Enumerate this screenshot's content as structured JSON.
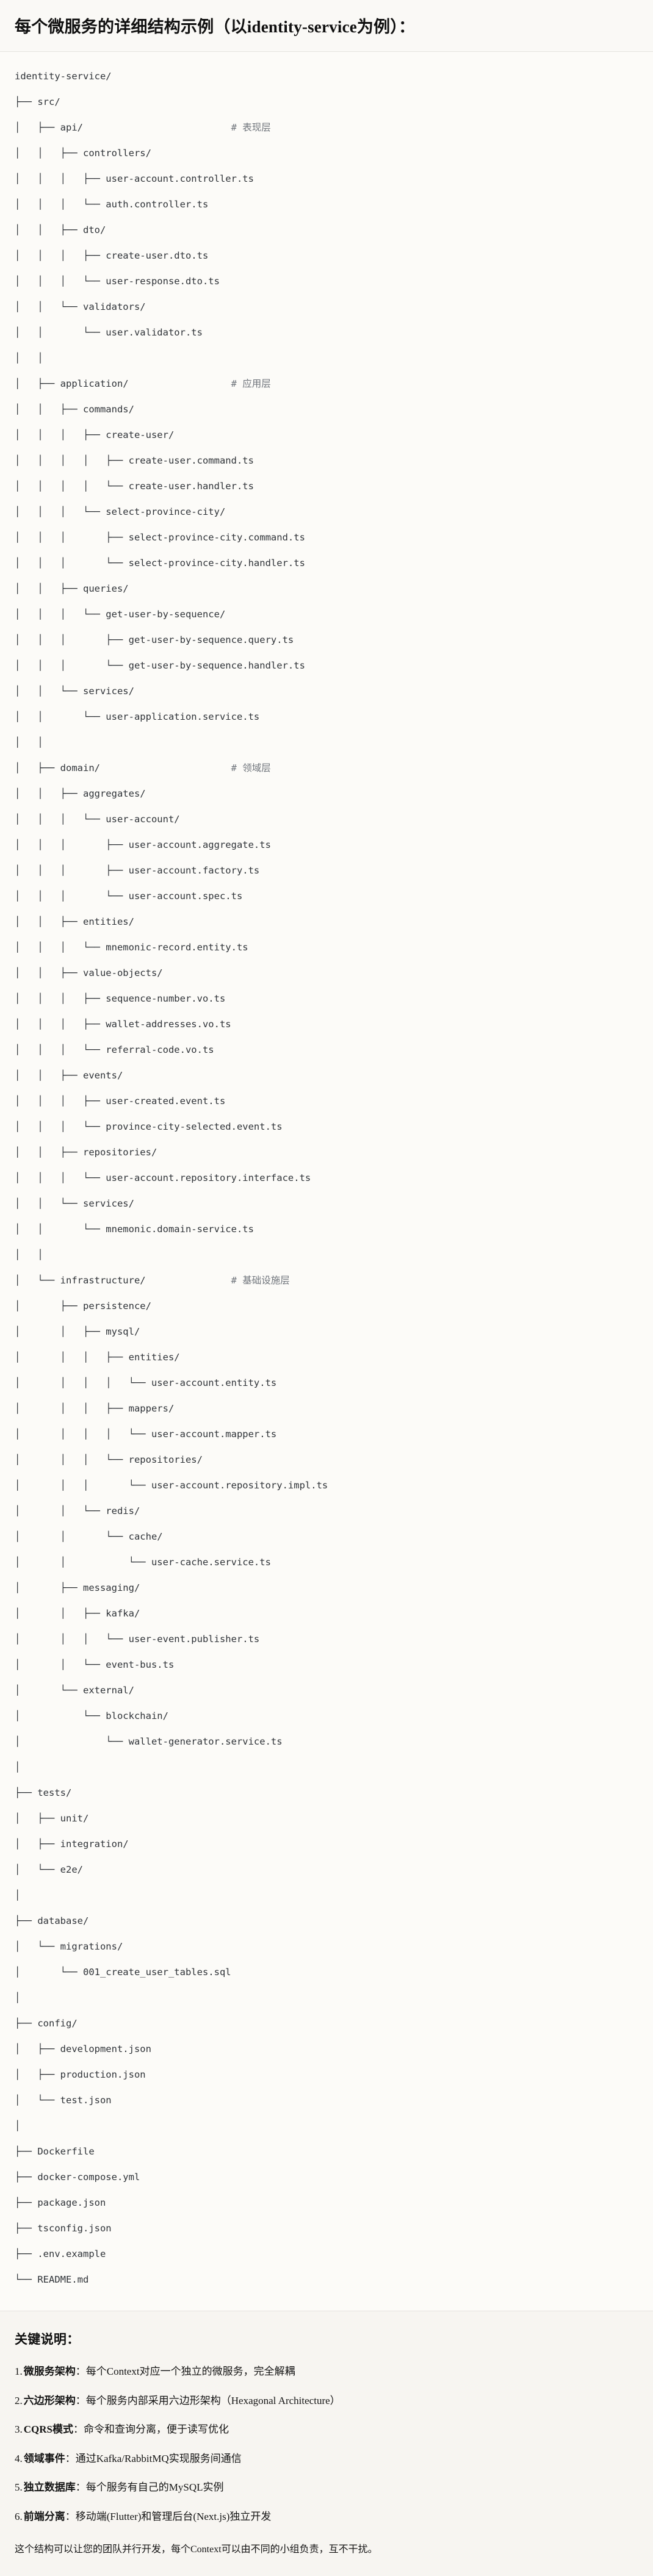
{
  "header": {
    "title": "每个微服务的详细结构示例（以identity-service为例）："
  },
  "tree": {
    "lines": [
      "identity-service/",
      "├── src/",
      "│   ├── api/                          # 表现层",
      "│   │   ├── controllers/",
      "│   │   │   ├── user-account.controller.ts",
      "│   │   │   └── auth.controller.ts",
      "│   │   ├── dto/",
      "│   │   │   ├── create-user.dto.ts",
      "│   │   │   └── user-response.dto.ts",
      "│   │   └── validators/",
      "│   │       └── user.validator.ts",
      "│   │",
      "│   ├── application/                  # 应用层",
      "│   │   ├── commands/",
      "│   │   │   ├── create-user/",
      "│   │   │   │   ├── create-user.command.ts",
      "│   │   │   │   └── create-user.handler.ts",
      "│   │   │   └── select-province-city/",
      "│   │   │       ├── select-province-city.command.ts",
      "│   │   │       └── select-province-city.handler.ts",
      "│   │   ├── queries/",
      "│   │   │   └── get-user-by-sequence/",
      "│   │   │       ├── get-user-by-sequence.query.ts",
      "│   │   │       └── get-user-by-sequence.handler.ts",
      "│   │   └── services/",
      "│   │       └── user-application.service.ts",
      "│   │",
      "│   ├── domain/                       # 领域层",
      "│   │   ├── aggregates/",
      "│   │   │   └── user-account/",
      "│   │   │       ├── user-account.aggregate.ts",
      "│   │   │       ├── user-account.factory.ts",
      "│   │   │       └── user-account.spec.ts",
      "│   │   ├── entities/",
      "│   │   │   └── mnemonic-record.entity.ts",
      "│   │   ├── value-objects/",
      "│   │   │   ├── sequence-number.vo.ts",
      "│   │   │   ├── wallet-addresses.vo.ts",
      "│   │   │   └── referral-code.vo.ts",
      "│   │   ├── events/",
      "│   │   │   ├── user-created.event.ts",
      "│   │   │   └── province-city-selected.event.ts",
      "│   │   ├── repositories/",
      "│   │   │   └── user-account.repository.interface.ts",
      "│   │   └── services/",
      "│   │       └── mnemonic.domain-service.ts",
      "│   │",
      "│   └── infrastructure/               # 基础设施层",
      "│       ├── persistence/",
      "│       │   ├── mysql/",
      "│       │   │   ├── entities/",
      "│       │   │   │   └── user-account.entity.ts",
      "│       │   │   ├── mappers/",
      "│       │   │   │   └── user-account.mapper.ts",
      "│       │   │   └── repositories/",
      "│       │   │       └── user-account.repository.impl.ts",
      "│       │   └── redis/",
      "│       │       └── cache/",
      "│       │           └── user-cache.service.ts",
      "│       ├── messaging/",
      "│       │   ├── kafka/",
      "│       │   │   └── user-event.publisher.ts",
      "│       │   └── event-bus.ts",
      "│       └── external/",
      "│           └── blockchain/",
      "│               └── wallet-generator.service.ts",
      "│",
      "├── tests/",
      "│   ├── unit/",
      "│   ├── integration/",
      "│   └── e2e/",
      "│",
      "├── database/",
      "│   └── migrations/",
      "│       └── 001_create_user_tables.sql",
      "│",
      "├── config/",
      "│   ├── development.json",
      "│   ├── production.json",
      "│   └── test.json",
      "│",
      "├── Dockerfile",
      "├── docker-compose.yml",
      "├── package.json",
      "├── tsconfig.json",
      "├── .env.example",
      "└── README.md"
    ]
  },
  "notes": {
    "heading": "关键说明：",
    "items": [
      {
        "num": "1.",
        "term": "微服务架构",
        "sep": "：",
        "desc": "每个Context对应一个独立的微服务，完全解耦"
      },
      {
        "num": "2.",
        "term": "六边形架构",
        "sep": "：",
        "desc": "每个服务内部采用六边形架构（Hexagonal Architecture）"
      },
      {
        "num": "3.",
        "term": "CQRS模式",
        "sep": "：",
        "desc": "命令和查询分离，便于读写优化"
      },
      {
        "num": "4.",
        "term": "领域事件",
        "sep": "：",
        "desc": "通过Kafka/RabbitMQ实现服务间通信"
      },
      {
        "num": "5.",
        "term": "独立数据库",
        "sep": "：",
        "desc": "每个服务有自己的MySQL实例"
      },
      {
        "num": "6.",
        "term": "前端分离",
        "sep": "：",
        "desc": "移动端(Flutter)和管理后台(Next.js)独立开发"
      }
    ],
    "closing": "这个结构可以让您的团队并行开发，每个Context可以由不同的小组负责，互不干扰。"
  },
  "colors": {
    "title_bg": "#faf9f6",
    "tree_bg": "#fcfbf8",
    "notes_bg": "#f7f5f1",
    "text": "#1a1a1a",
    "code_text": "#2f3338",
    "comment_text": "#70757c",
    "divider": "#e6e4df"
  }
}
